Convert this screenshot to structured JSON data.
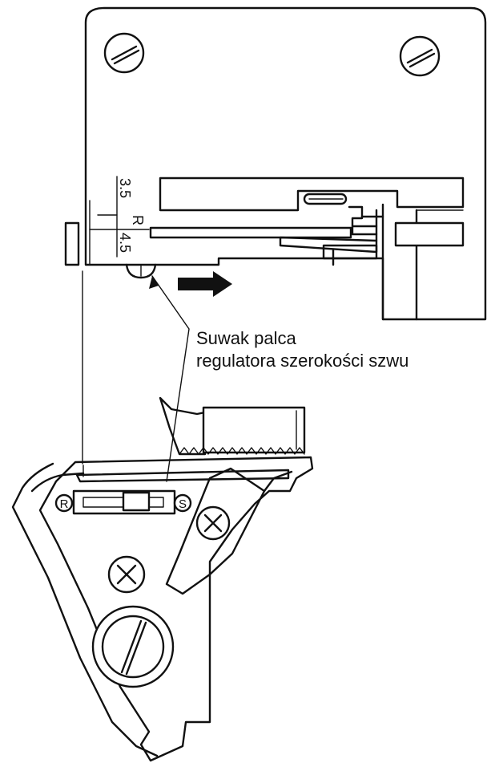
{
  "callout": {
    "line1": "Suwak palca",
    "line2": "regulatora szerokości szwu"
  },
  "scale": {
    "upper_value": "3.5",
    "lower_value": "4.5",
    "mark_r": "R"
  },
  "switch_labels": {
    "left": "R",
    "right": "S"
  },
  "colors": {
    "line": "#111111",
    "background": "#ffffff"
  }
}
